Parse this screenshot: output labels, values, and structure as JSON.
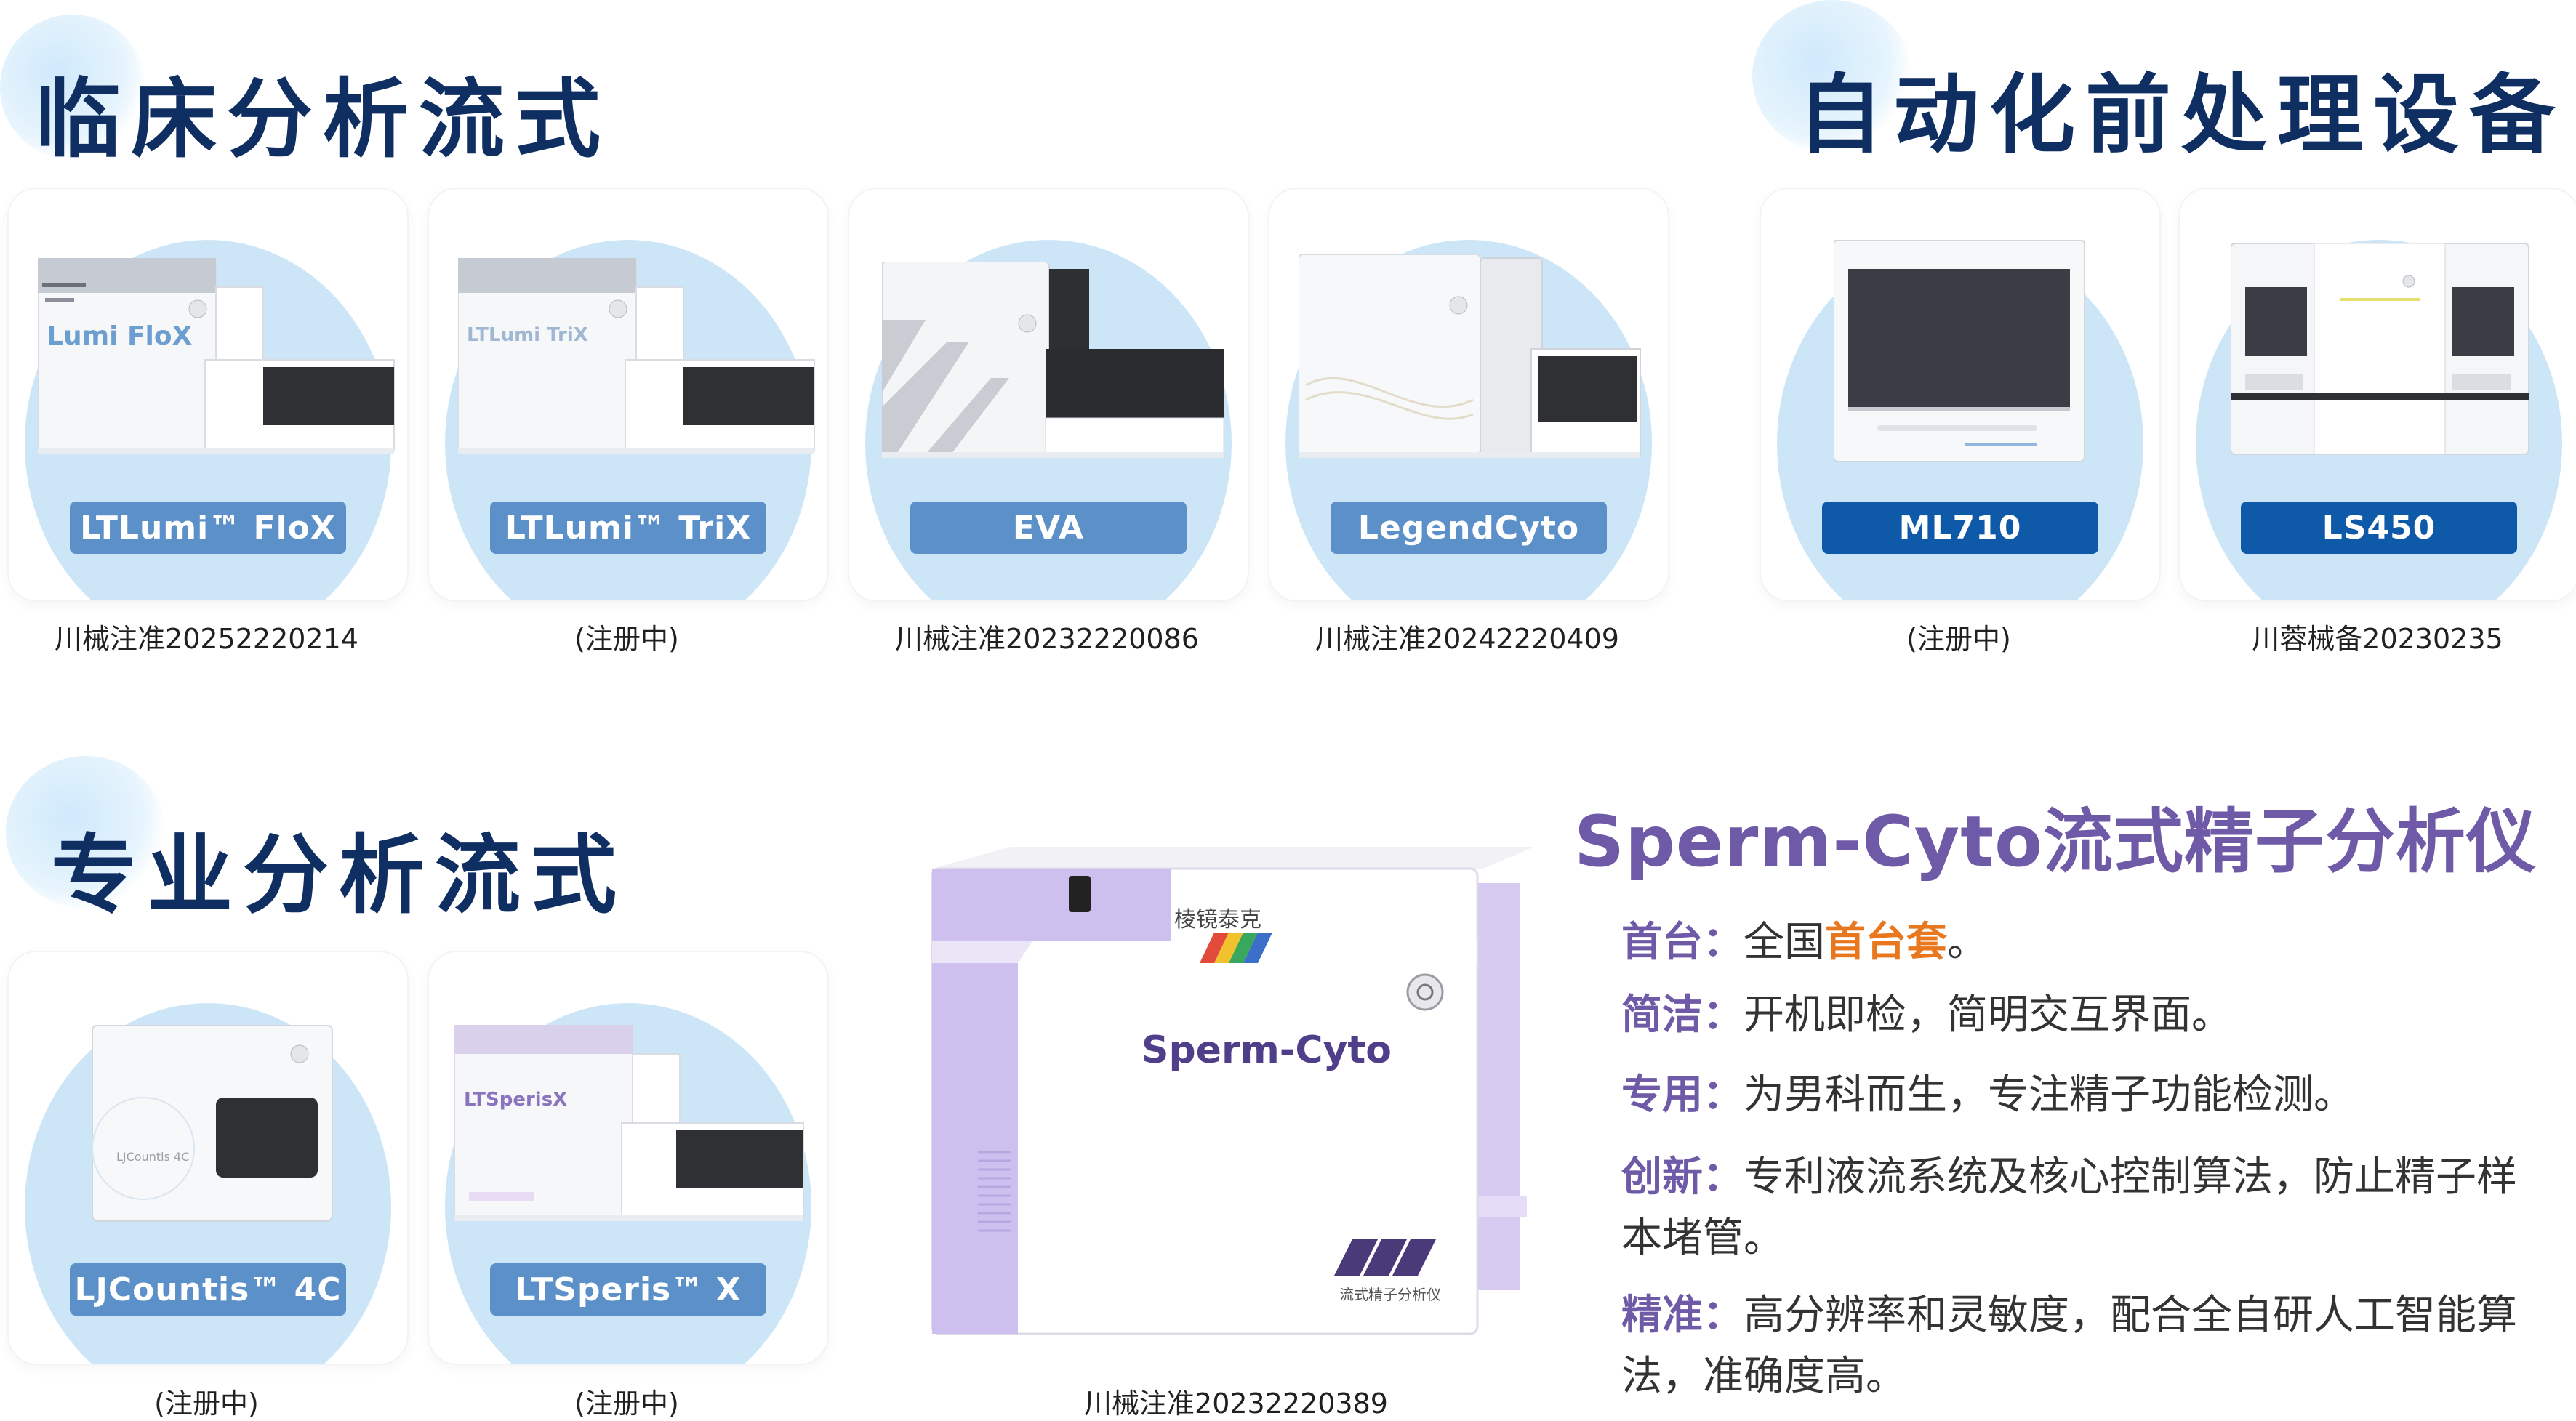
{
  "sections": {
    "clinical": "临床分析流式",
    "automation": "自动化前处理设备",
    "professional": "专业分析流式"
  },
  "products": [
    {
      "label": "LTLumi™ FloX",
      "caption": "川械注准20252220214",
      "brand": "Lumi FloX"
    },
    {
      "label": "LTLumi™ TriX",
      "caption": "(注册中)",
      "brand": "LTLumi TriX"
    },
    {
      "label": "EVA",
      "caption": "川械注准20232220086",
      "brand": "EVA"
    },
    {
      "label": "LegendCyto",
      "caption": "川械注准20242220409",
      "brand": "LegendCyto"
    },
    {
      "label": "ML710",
      "caption": "(注册中)",
      "brand": "ML710"
    },
    {
      "label": "LS450",
      "caption": "川蓉械备20230235",
      "brand": "LS450"
    },
    {
      "label": "LJCountis™ 4C",
      "caption": "(注册中)",
      "brand": "LJCountis 4C"
    },
    {
      "label": "LTSperis™ X",
      "caption": "(注册中)",
      "brand": "LTSperisX"
    }
  ],
  "sperm": {
    "title": "Sperm-Cyto流式精子分析仪",
    "device_text": "Sperm-Cyto",
    "device_sub": "流式精子分析仪",
    "brand": "棱镜泰克",
    "caption": "川械注准20232220389",
    "features": [
      {
        "key": "首台：",
        "pre": "全国",
        "hl": "首台套",
        "post": "。"
      },
      {
        "key": "简洁：",
        "pre": "开机即检，简明交互界面。",
        "hl": "",
        "post": ""
      },
      {
        "key": "专用：",
        "pre": "为男科而生，专注精子功能检测。",
        "hl": "",
        "post": ""
      },
      {
        "key": "创新：",
        "pre": "专利液流系统及核心控制算法，防止精子样本堵管。",
        "hl": "",
        "post": ""
      },
      {
        "key": "精准：",
        "pre": "高分辨率和灵敏度，配合全自研人工智能算法，准确度高。",
        "hl": "",
        "post": ""
      }
    ]
  },
  "colors": {
    "heading": "#0f2f63",
    "button_light": "#5c90c8",
    "button_dark": "#0e5aa8",
    "sperm_purple": "#6f5aa8",
    "highlight": "#e8771e"
  }
}
